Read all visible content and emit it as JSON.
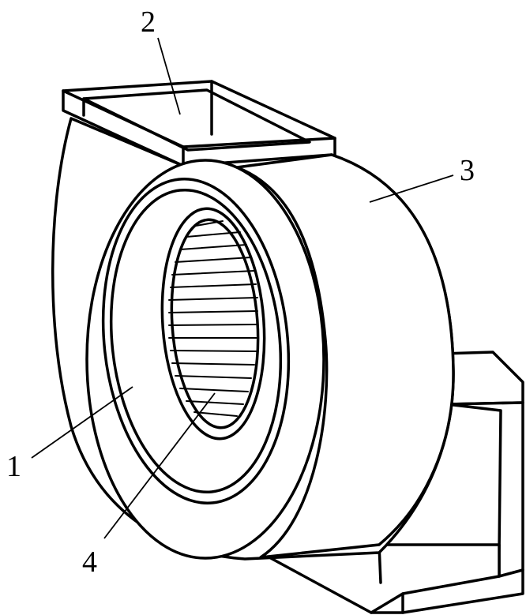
{
  "figure": {
    "labels": [
      {
        "id": "1",
        "text": "1"
      },
      {
        "id": "2",
        "text": "2"
      },
      {
        "id": "3",
        "text": "3"
      },
      {
        "id": "4",
        "text": "4"
      }
    ],
    "line_color": "#000000",
    "background": "#ffffff"
  }
}
